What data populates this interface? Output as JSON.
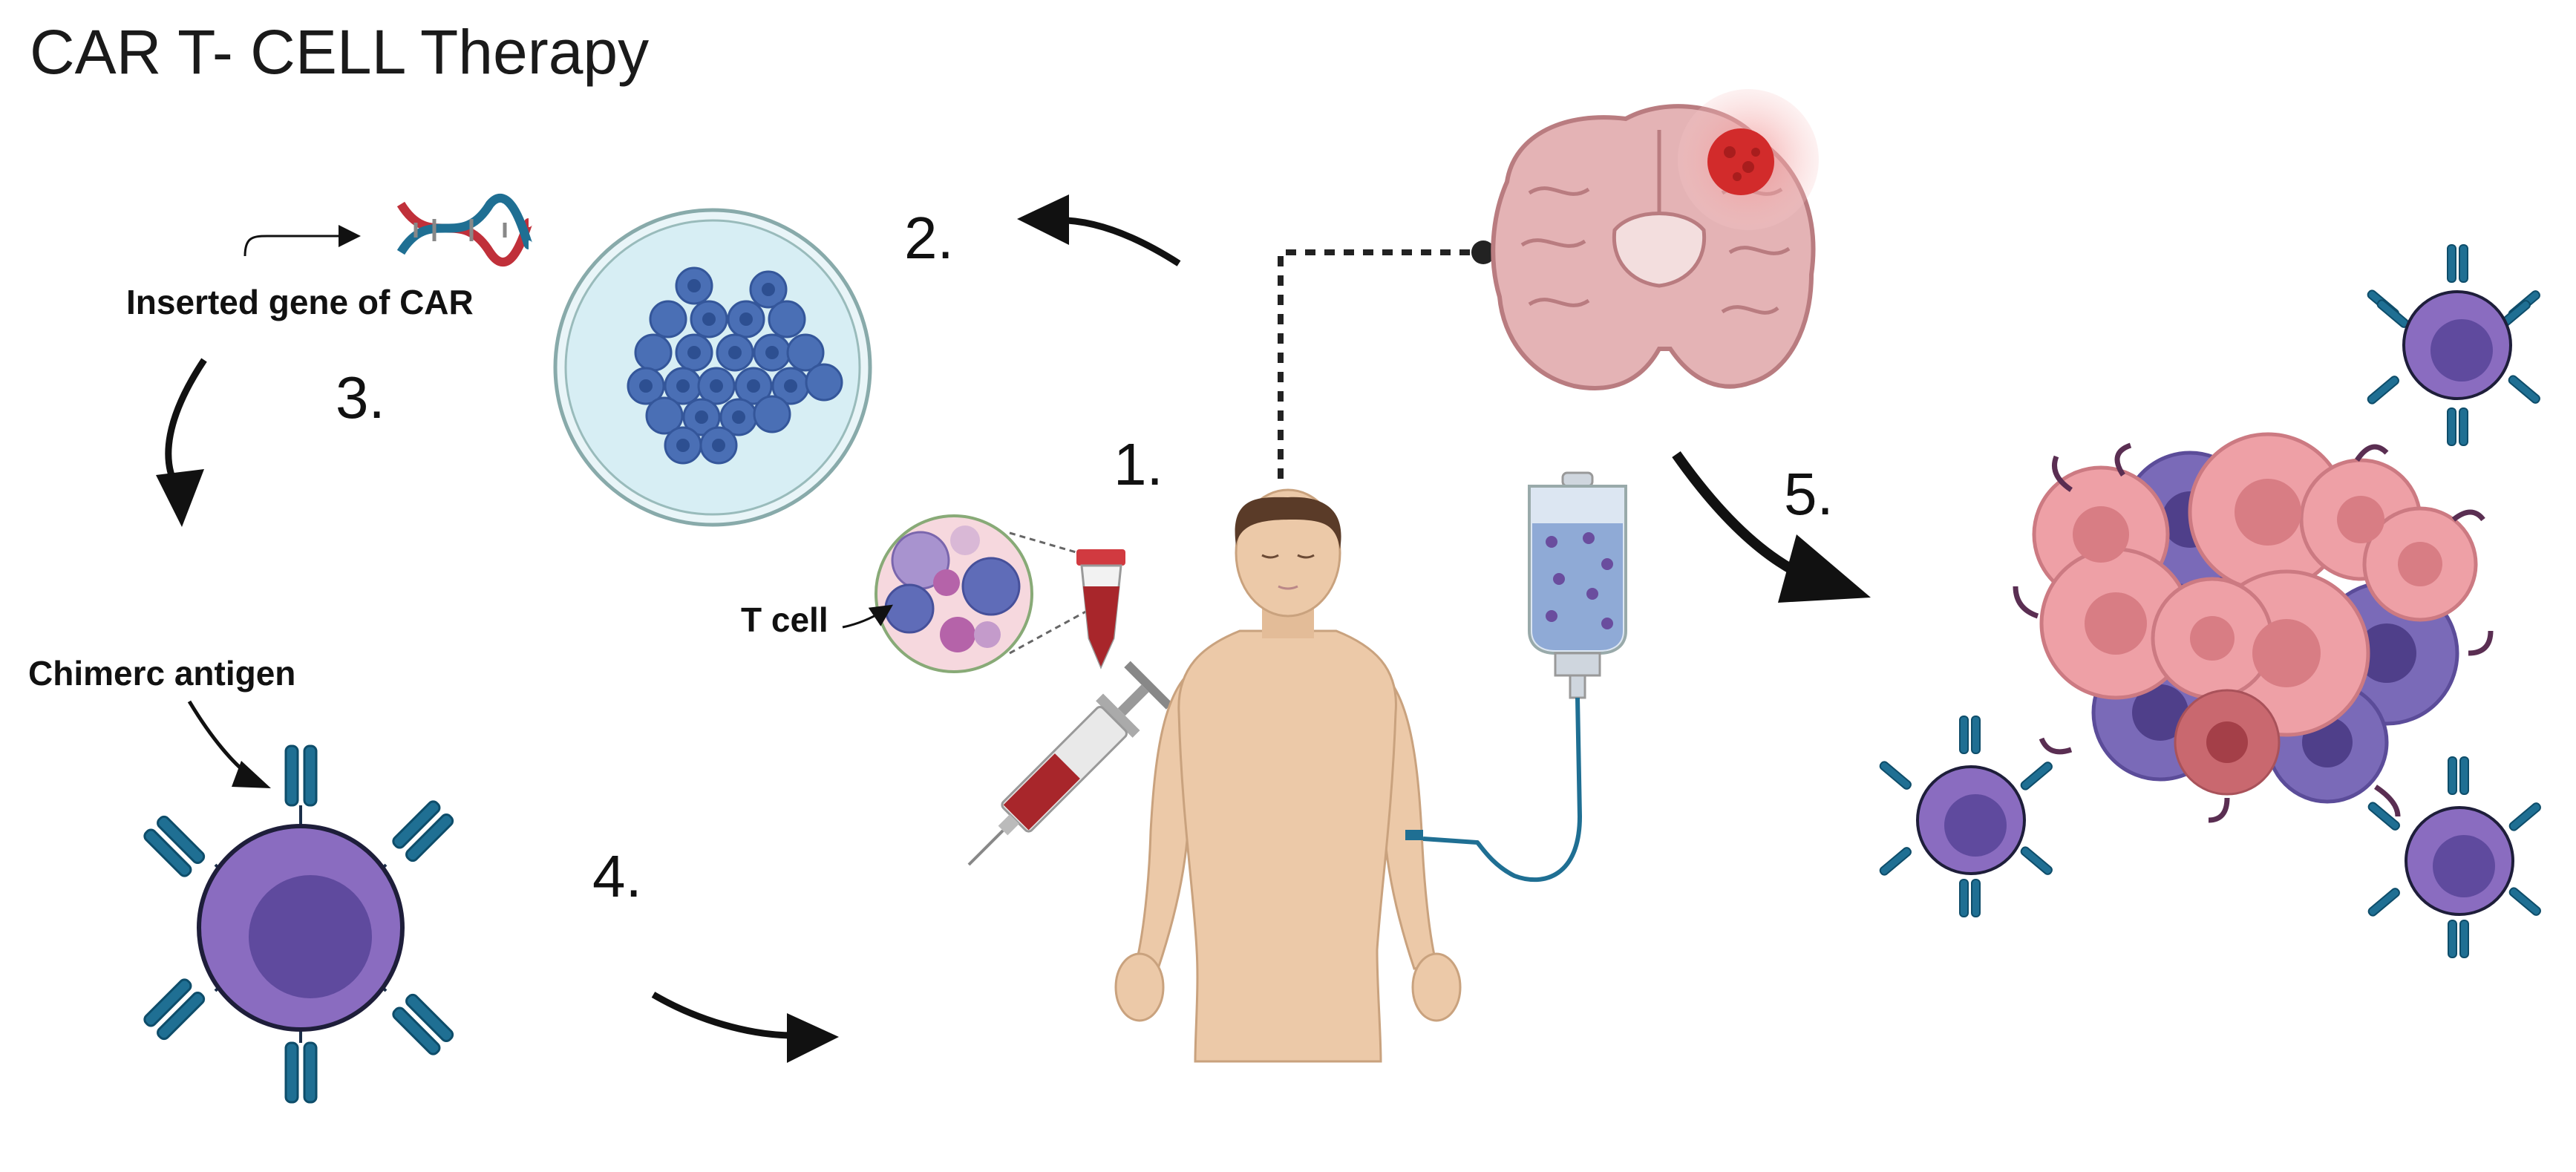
{
  "title": "CAR T- CELL Therapy",
  "steps": {
    "s1": "1.",
    "s2": "2.",
    "s3": "3.",
    "s4": "4.",
    "s5": "5."
  },
  "labels": {
    "inserted_gene": "Inserted gene of CAR",
    "chimeric_antigen": "Chimerc antigen",
    "t_cell": "T cell"
  },
  "colors": {
    "car_cell_body": "#8a6cc0",
    "car_cell_nucleus": "#5f4a9e",
    "receptor_blue": "#1f6f93",
    "tcell_blue": "#4a6fb5",
    "tumor_pink": "#eea0a6",
    "tumor_purple": "#7a6ab8",
    "skin": "#ecc9a8",
    "brain_pink": "#e4b3b5",
    "tumor_red": "#d22b2b",
    "blood_red": "#a8262b",
    "dish_fill": "#d7eef4"
  },
  "icons": [
    "dna-icon",
    "petri-dish-icon",
    "brain-icon",
    "human-figure-icon",
    "syringe-icon",
    "test-tube-icon",
    "iv-bag-icon",
    "car-t-cell-icon",
    "tumor-cluster-icon"
  ]
}
